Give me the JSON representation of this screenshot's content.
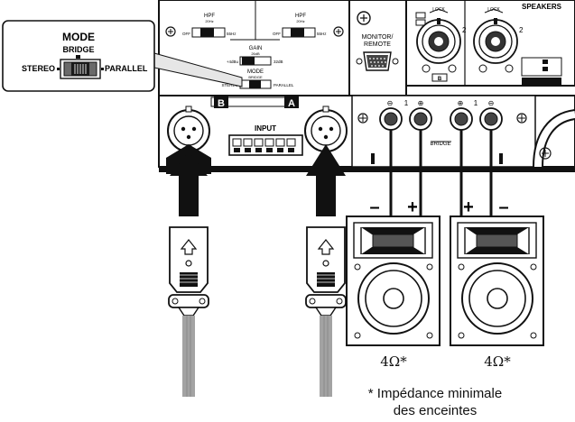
{
  "rear_panel": {
    "hpf_left": {
      "title": "HPF",
      "sub": "20Hz",
      "off": "OFF",
      "freq": "55Hz"
    },
    "hpf_right": {
      "title": "HPF",
      "sub": "20Hz",
      "off": "OFF",
      "freq": "55Hz"
    },
    "gain": {
      "title": "GAIN",
      "sub": "26dB",
      "left": "+4dBu",
      "right": "32dB"
    },
    "mode_small": {
      "title": "MODE",
      "sub": "BRIDGE",
      "left": "STEREO",
      "right": "PARALLEL"
    },
    "monitor": {
      "line1": "MONITOR/",
      "line2": "REMOTE"
    },
    "speakers": {
      "title": "SPEAKERS",
      "lock_left": "LOCK",
      "lock_right": "LOCK",
      "num_left": "2",
      "num_right": "2"
    },
    "input": {
      "label": "INPUT",
      "badge_b": "B",
      "badge_a": "A"
    },
    "outputs": {
      "minus": "⊖",
      "plus": "⊕",
      "one_left": "1",
      "one_right": "1",
      "bridge": "BRIDGE"
    }
  },
  "mode_callout": {
    "title": "MODE",
    "sub": "BRIDGE",
    "left": "STEREO",
    "right": "PARALLEL"
  },
  "speaker_wires": {
    "left_minus": "–",
    "left_plus": "+",
    "right_plus": "+",
    "right_minus": "–"
  },
  "impedance": {
    "left": "4Ω*",
    "right": "4Ω*"
  },
  "footnote": {
    "line1": "* Impédance minimale",
    "line2": "des enceintes"
  }
}
